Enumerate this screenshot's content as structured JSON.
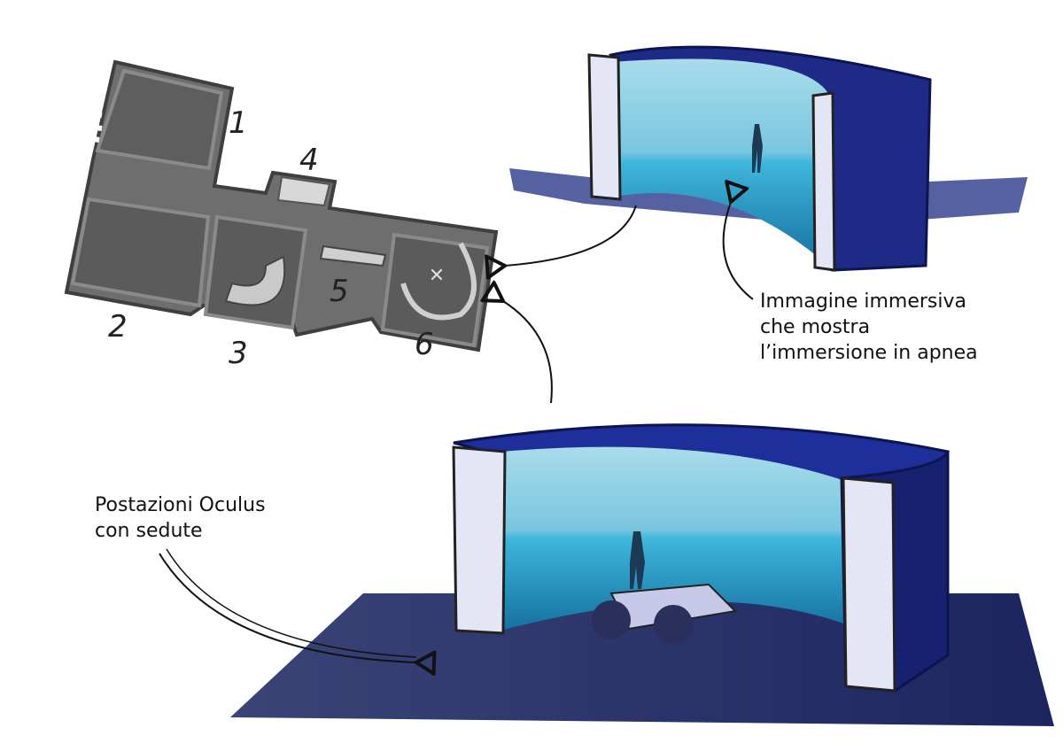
{
  "floorplan": {
    "room_numbers": [
      "1",
      "2",
      "3",
      "4",
      "5",
      "6"
    ]
  },
  "annotations": {
    "immersive_image": [
      "Immagine immersiva",
      "che mostra",
      "l’immersione in apnea"
    ],
    "oculus_stations": [
      "Postazioni Oculus",
      "con sedute"
    ]
  },
  "colors": {
    "plan_fill": "#6b6b6b",
    "plan_wall": "#4a4a4a",
    "structure_blue": "#1a237a",
    "water_light": "#5fd0f0",
    "water_dark": "#1a6f9c",
    "floor": "#2b3470"
  }
}
